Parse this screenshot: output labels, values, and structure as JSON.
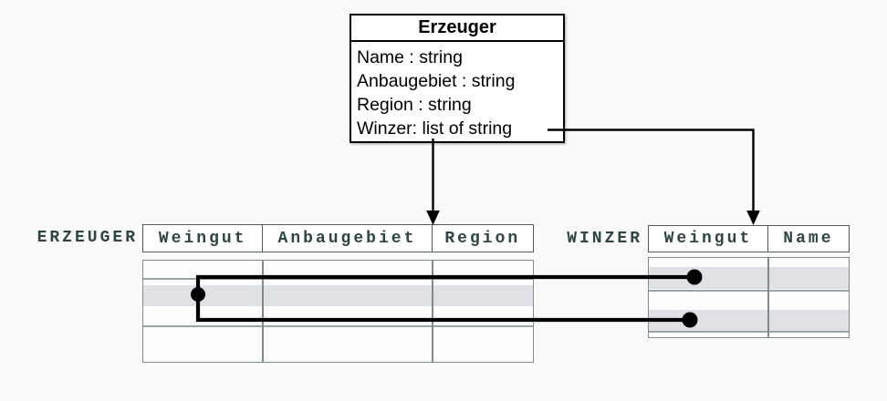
{
  "colors": {
    "background": "#fafafa",
    "box_border": "#000000",
    "box_fill": "#ffffff",
    "mono_ink": "#2f4444",
    "header_border": "#4c5a5e",
    "body_border": "#7e8c90",
    "row_line": "#9aa5a8",
    "band_fill": "#e0e1e6",
    "connector": "#000000"
  },
  "class_box": {
    "title": "Erzeuger",
    "attributes": [
      "Name : string",
      "Anbaugebiet : string",
      "Region : string",
      "Winzer: list of string"
    ]
  },
  "tables": {
    "erzeuger": {
      "label": "ERZEUGER",
      "columns": [
        "Weingut",
        "Anbaugebiet",
        "Region"
      ],
      "row_count": 4,
      "highlighted_rows": [
        2
      ]
    },
    "winzer": {
      "label": "WINZER",
      "columns": [
        "Weingut",
        "Name"
      ],
      "row_count": 4,
      "highlighted_rows": [
        2,
        4
      ]
    }
  }
}
